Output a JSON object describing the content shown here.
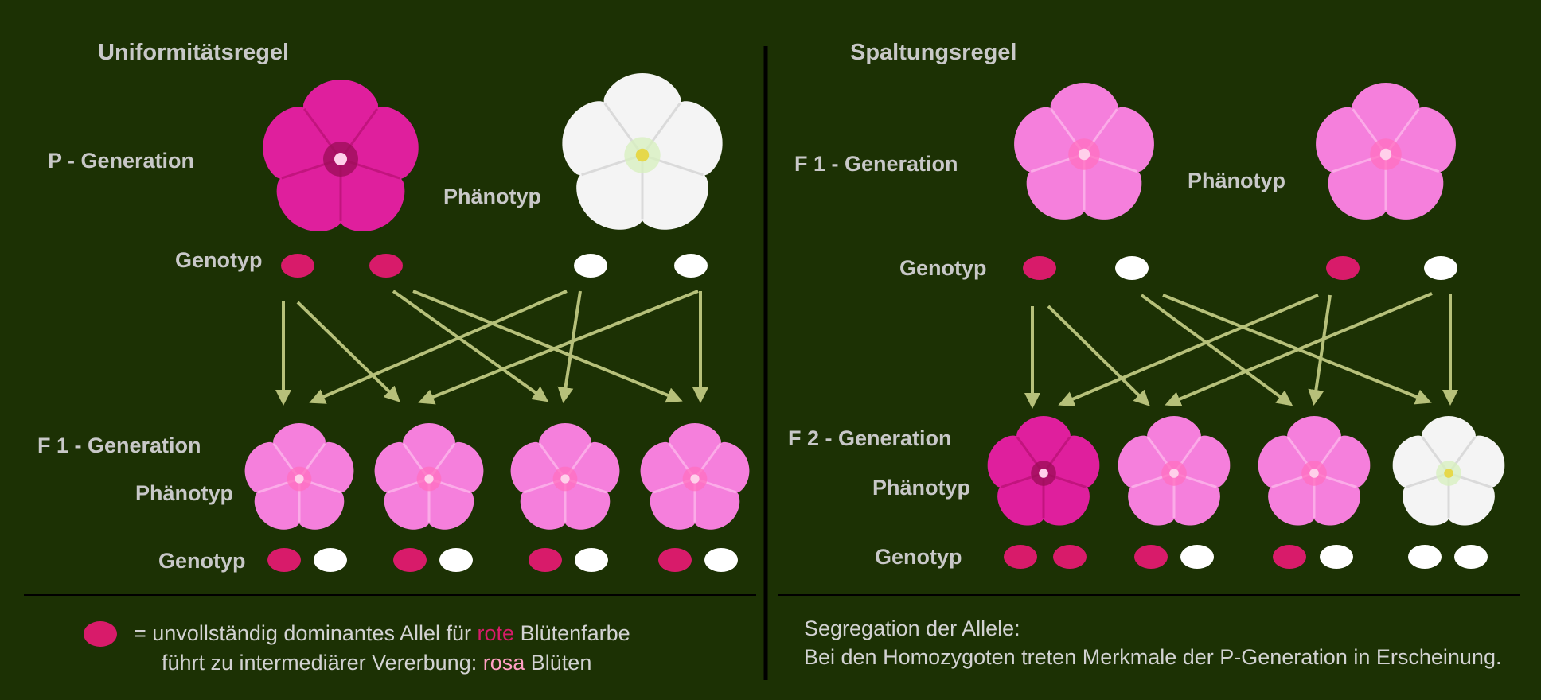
{
  "colors": {
    "background": "#1c3104",
    "arrow": "#b6c07a",
    "divider": "#000000",
    "allele_red": "#d81b6a",
    "allele_white": "#ffffff",
    "flower_magenta": "#df1f9d",
    "flower_pink": "#f57fdc",
    "flower_white": "#f4f4f4"
  },
  "left": {
    "heading": "Uniformitätsregel",
    "p_generation": "P - Generation",
    "phaenotyp": "Phänotyp",
    "genotyp": "Genotyp",
    "f1_generation": "F 1 - Generation",
    "f1_phaenotyp": "Phänotyp",
    "f1_genotyp": "Genotyp",
    "p_flowers": [
      "magenta",
      "white"
    ],
    "p_alleles": [
      "red",
      "red",
      "white",
      "white"
    ],
    "f1_flowers": [
      "pink",
      "pink",
      "pink",
      "pink"
    ],
    "f1_alleles": [
      [
        "red",
        "white"
      ],
      [
        "red",
        "white"
      ],
      [
        "red",
        "white"
      ],
      [
        "red",
        "white"
      ]
    ]
  },
  "right": {
    "heading": "Spaltungsregel",
    "f1_generation": "F 1 - Generation",
    "phaenotyp": "Phänotyp",
    "genotyp": "Genotyp",
    "f2_generation": "F 2 - Generation",
    "f2_phaenotyp": "Phänotyp",
    "f2_genotyp": "Genotyp",
    "f1_flowers": [
      "pink",
      "pink"
    ],
    "f1_alleles": [
      "red",
      "white",
      "red",
      "white"
    ],
    "f2_flowers": [
      "magenta",
      "pink",
      "pink",
      "white"
    ],
    "f2_alleles": [
      [
        "red",
        "red"
      ],
      [
        "red",
        "white"
      ],
      [
        "red",
        "white"
      ],
      [
        "white",
        "white"
      ]
    ]
  },
  "legend": {
    "line1_prefix": "=  unvollständig dominantes Allel für",
    "line1_red": "rote",
    "line1_suffix": "Blütenfarbe",
    "line2_prefix": "führt zu intermediärer Vererbung:",
    "line2_pink": "rosa",
    "line2_suffix": "Blüten"
  },
  "segregation": {
    "line1": "Segregation der Allele:",
    "line2": "Bei den Homozygoten treten Merkmale der P-Generation in Erscheinung."
  }
}
